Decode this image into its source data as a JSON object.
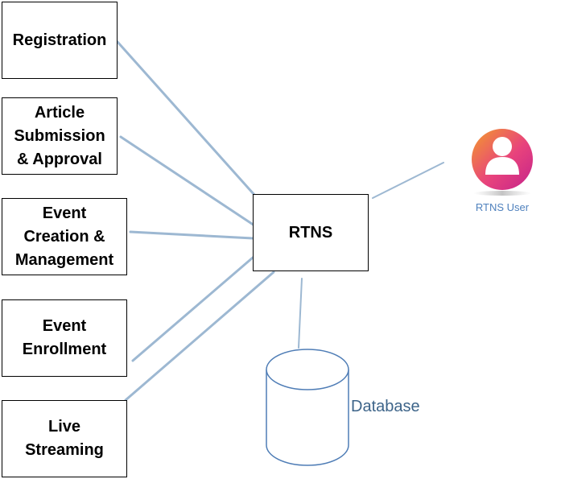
{
  "modules": [
    {
      "id": "registration",
      "label": "Registration"
    },
    {
      "id": "article",
      "label": "Article\nSubmission\n& Approval"
    },
    {
      "id": "event-creation",
      "label": "Event\nCreation &\nManagement"
    },
    {
      "id": "event-enrollment",
      "label": "Event\nEnrollment"
    },
    {
      "id": "live-streaming",
      "label": "Live\nStreaming"
    }
  ],
  "center": {
    "label": "RTNS"
  },
  "user": {
    "label": "RTNS User",
    "icon": "user-avatar-icon"
  },
  "database": {
    "label": "Database",
    "icon": "database-cylinder-icon"
  },
  "colors": {
    "connector": "#9db8d2",
    "database_stroke": "#4f7db6",
    "database_text": "#3d6489",
    "user_text": "#4f81bd",
    "avatar_gradient": [
      "#f39b2b",
      "#e8437c",
      "#c4238b"
    ]
  }
}
